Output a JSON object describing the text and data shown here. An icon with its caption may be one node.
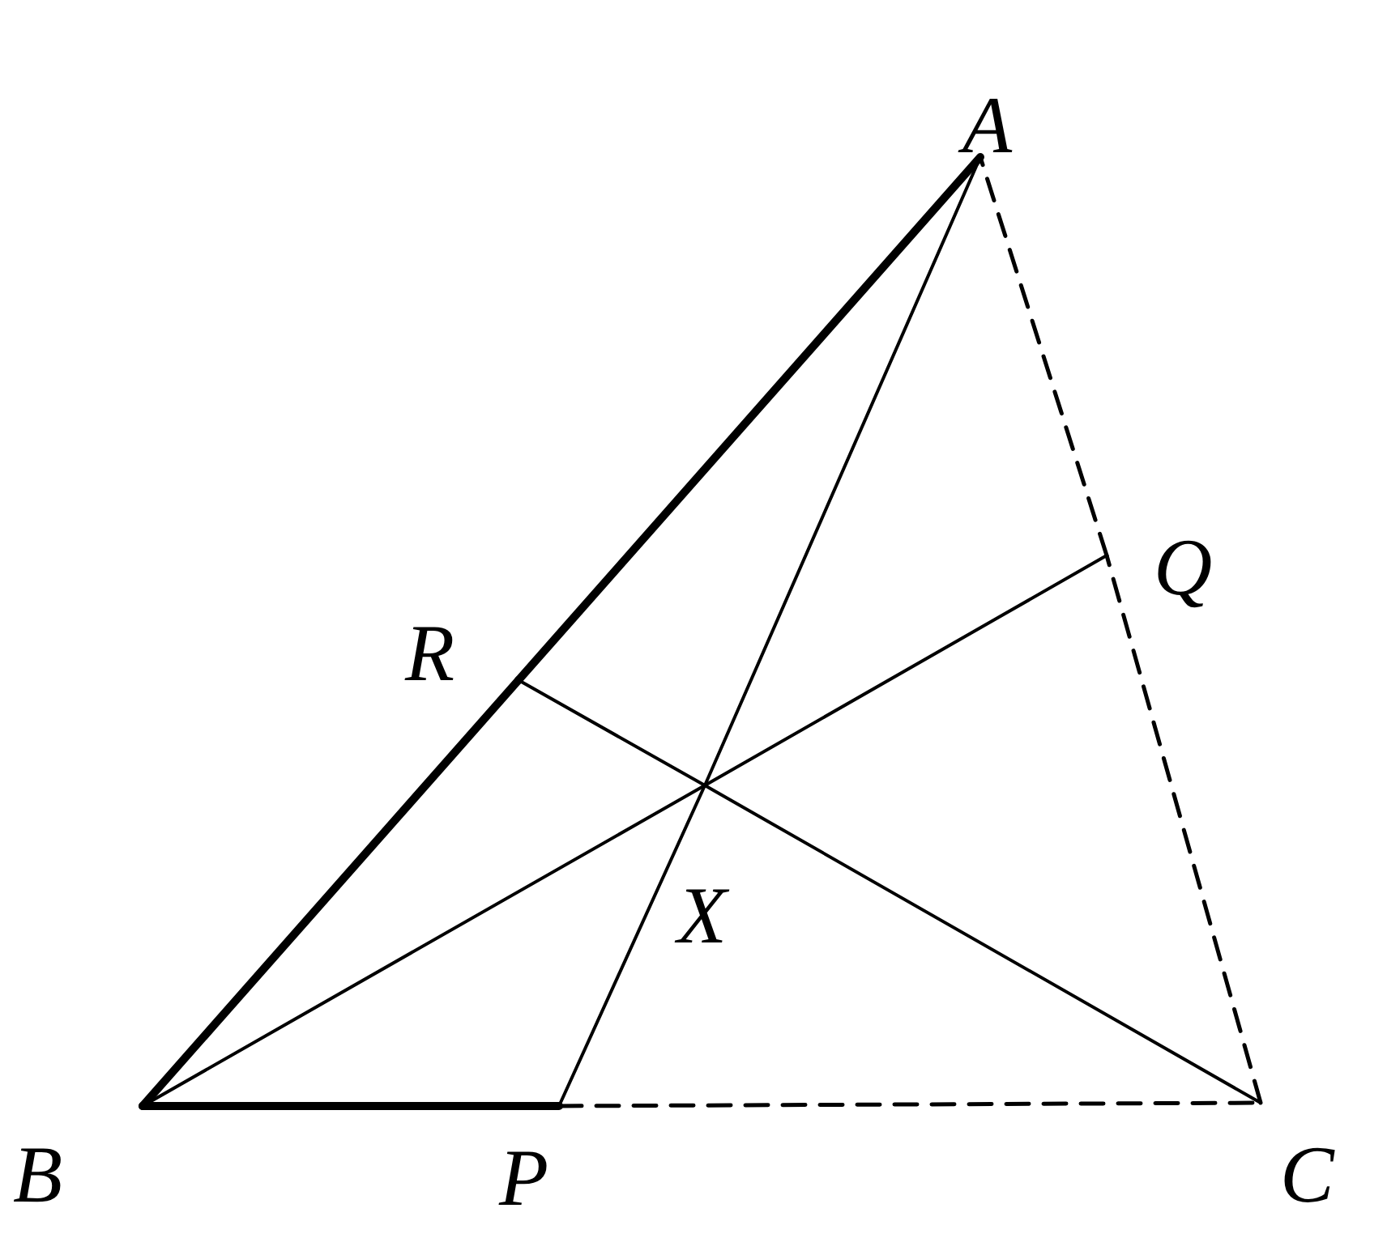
{
  "diagram": {
    "nodes": [
      {
        "text": [
          "A"
        ]
      },
      {
        "text": [
          "Q"
        ]
      },
      {
        "text": [
          "R"
        ]
      },
      {
        "text": [
          "X"
        ]
      },
      {
        "text": [
          "B"
        ]
      },
      {
        "text": [
          "P"
        ]
      },
      {
        "text": [
          "C"
        ]
      }
    ],
    "edges": [
      {
        "from": 0,
        "to": 2,
        "arrow": "none",
        "style": "thick"
      },
      {
        "from": 2,
        "to": 4,
        "arrow": "none",
        "style": "thick"
      },
      {
        "from": 4,
        "to": 5,
        "arrow": "none",
        "style": "thick"
      },
      {
        "from": 5,
        "to": 6,
        "arrow": "none",
        "style": "dashed"
      },
      {
        "from": 6,
        "to": 1,
        "arrow": "none",
        "style": "dashed"
      },
      {
        "from": 1,
        "to": 0,
        "arrow": "none",
        "style": "dashed"
      },
      {
        "from": 0,
        "to": 3,
        "arrow": "none"
      },
      {
        "from": 3,
        "to": 5,
        "arrow": "none"
      },
      {
        "from": 4,
        "to": 3,
        "arrow": "none"
      },
      {
        "from": 3,
        "to": 1,
        "arrow": "none"
      },
      {
        "from": 2,
        "to": 3,
        "arrow": "none"
      },
      {
        "from": 3,
        "to": 6,
        "arrow": "none"
      }
    ]
  }
}
